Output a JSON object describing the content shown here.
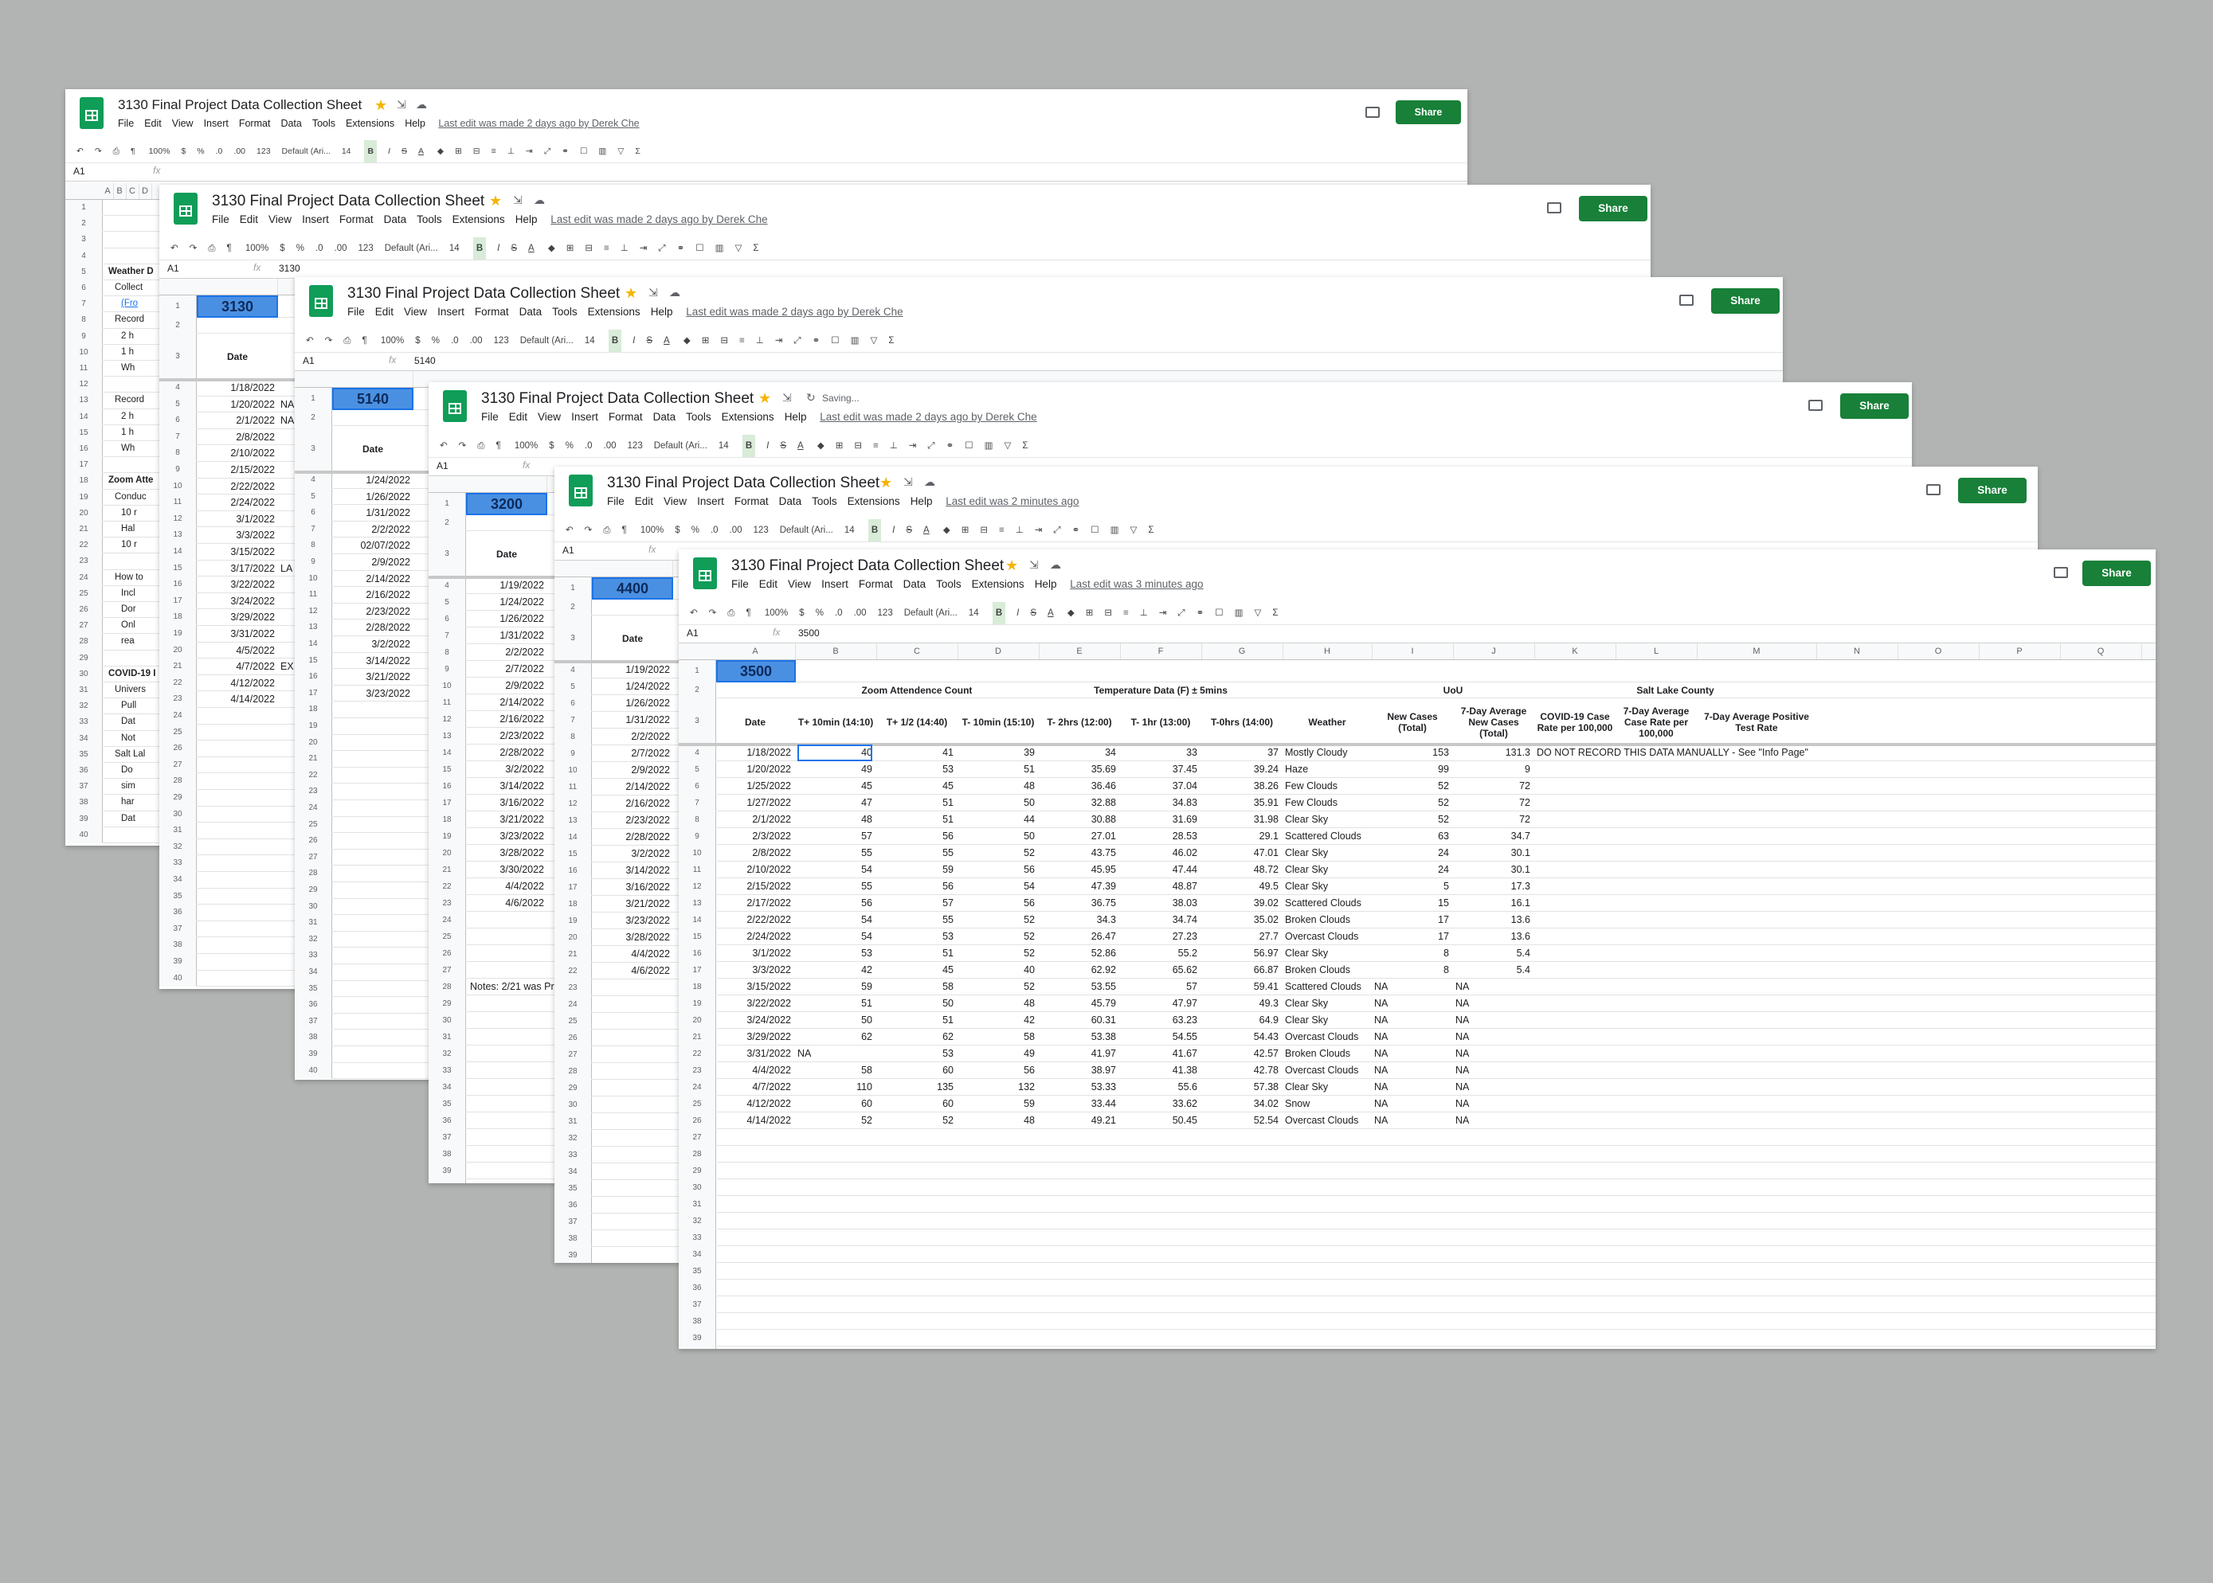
{
  "file_title": "3130 Final Project Data Collection Sheet",
  "menu": [
    "File",
    "Edit",
    "View",
    "Insert",
    "Format",
    "Data",
    "Tools",
    "Extensions",
    "Help"
  ],
  "share_label": "Share",
  "saving": "Saving...",
  "toolbar": {
    "zoom": "100%",
    "dollar": "$",
    "percent": "%",
    "dec1": ".0",
    "dec2": ".00",
    "fmt": "123",
    "font": "Default (Ari...",
    "size": "14",
    "bold": "B",
    "italic": "I",
    "strike": "S",
    "underline": "A",
    "sum": "Σ"
  },
  "windows": [
    {
      "last_edit": "Last edit was made 2 days ago by Derek Che",
      "cell_ref": "A1",
      "formula": "",
      "col_a_header": "A",
      "selected": "",
      "col_headers": [
        "A",
        "B",
        "C",
        "D"
      ],
      "labels": [
        "Weather D",
        "Collect",
        "(Fro",
        "Record",
        "2 h",
        "1 h",
        "Wh",
        "Record",
        "2 h",
        "1 h",
        "Wh",
        "Zoom Atte",
        "Conduc",
        "10 r",
        "Hal",
        "10 r",
        "How to",
        "Incl",
        "Dor",
        "Onl",
        "rea",
        "COVID-19 I",
        "Univers",
        "Pull",
        "Dat",
        "Not",
        "Salt Lal",
        "Do",
        "sim",
        "har",
        "Dat"
      ]
    },
    {
      "last_edit": "Last edit was made 2 days ago by Derek Che",
      "cell_ref": "A1",
      "formula": "3130",
      "selected": "3130",
      "date_header": "Date",
      "dates": [
        "1/18/2022",
        "1/20/2022",
        "2/1/2022",
        "2/8/2022",
        "2/10/2022",
        "2/15/2022",
        "2/22/2022",
        "2/24/2022",
        "3/1/2022",
        "3/3/2022",
        "3/15/2022",
        "3/17/2022",
        "3/22/2022",
        "3/24/2022",
        "3/29/2022",
        "3/31/2022",
        "4/5/2022",
        "4/7/2022",
        "4/12/2022",
        "4/14/2022"
      ],
      "side": {
        "2": "NA",
        "3": "NA",
        "12": "LA",
        "18": "EX"
      }
    },
    {
      "last_edit": "Last edit was made 2 days ago by Derek Che",
      "cell_ref": "A1",
      "formula": "5140",
      "selected": "5140",
      "date_header": "Date",
      "dates": [
        "1/24/2022",
        "1/26/2022",
        "1/31/2022",
        "2/2/2022",
        "02/07/2022",
        "2/9/2022",
        "2/14/2022",
        "2/16/2022",
        "2/23/2022",
        "2/28/2022",
        "3/2/2022",
        "3/14/2022",
        "3/21/2022",
        "3/23/2022"
      ]
    },
    {
      "last_edit": "Last edit was made 2 days ago by Derek Che",
      "cell_ref": "A1",
      "formula": "",
      "selected": "3200",
      "date_header": "Date",
      "dates": [
        "1/19/2022",
        "1/24/2022",
        "1/26/2022",
        "1/31/2022",
        "2/2/2022",
        "2/7/2022",
        "2/9/2022",
        "2/14/2022",
        "2/16/2022",
        "2/23/2022",
        "2/28/2022",
        "3/2/2022",
        "3/14/2022",
        "3/16/2022",
        "3/21/2022",
        "3/23/2022",
        "3/28/2022",
        "3/30/2022",
        "4/4/2022",
        "4/6/2022"
      ],
      "note": "Notes: 2/21 was Pr"
    },
    {
      "last_edit": "Last edit was 2 minutes ago",
      "cell_ref": "A1",
      "formula": "",
      "selected": "4400",
      "date_header": "Date",
      "dates": [
        "1/19/2022",
        "1/24/2022",
        "1/26/2022",
        "1/31/2022",
        "2/2/2022",
        "2/7/2022",
        "2/9/2022",
        "2/14/2022",
        "2/16/2022",
        "2/23/2022",
        "2/28/2022",
        "3/2/2022",
        "3/14/2022",
        "3/16/2022",
        "3/21/2022",
        "3/23/2022",
        "3/28/2022",
        "4/4/2022",
        "4/6/2022"
      ]
    },
    {
      "last_edit": "Last edit was 3 minutes ago",
      "cell_ref": "A1",
      "formula": "3500",
      "selected": "3500",
      "col_headers": [
        "A",
        "B",
        "C",
        "D",
        "E",
        "F",
        "G",
        "H",
        "I",
        "J",
        "K",
        "L",
        "M",
        "N",
        "O",
        "P",
        "Q"
      ],
      "group_headers": {
        "zoom": "Zoom Attendence Count",
        "temp": "Temperature Data (F) ± 5mins",
        "uou": "UoU",
        "slc": "Salt Lake County"
      },
      "headers": [
        "Date",
        "T+ 10min (14:10)",
        "T+ 1/2 (14:40)",
        "T- 10min (15:10)",
        "T- 2hrs (12:00)",
        "T- 1hr (13:00)",
        "T-0hrs (14:00)",
        "Weather",
        "New Cases (Total)",
        "7-Day Average New Cases (Total)",
        "COVID-19 Case Rate per 100,000",
        "7-Day Average Case Rate per 100,000",
        "7-Day Average Positive Test Rate"
      ],
      "rows": [
        [
          "1/18/2022",
          "40",
          "41",
          "39",
          "34",
          "33",
          "37",
          "Mostly Cloudy",
          "153",
          "131.3",
          "DO NOT RECORD THIS DATA MANUALLY - See \"Info Page\""
        ],
        [
          "1/20/2022",
          "49",
          "53",
          "51",
          "35.69",
          "37.45",
          "39.24",
          "Haze",
          "99",
          "9",
          ""
        ],
        [
          "1/25/2022",
          "45",
          "45",
          "48",
          "36.46",
          "37.04",
          "38.26",
          "Few Clouds",
          "52",
          "72",
          ""
        ],
        [
          "1/27/2022",
          "47",
          "51",
          "50",
          "32.88",
          "34.83",
          "35.91",
          "Few Clouds",
          "52",
          "72",
          ""
        ],
        [
          "2/1/2022",
          "48",
          "51",
          "44",
          "30.88",
          "31.69",
          "31.98",
          "Clear Sky",
          "52",
          "72",
          ""
        ],
        [
          "2/3/2022",
          "57",
          "56",
          "50",
          "27.01",
          "28.53",
          "29.1",
          "Scattered Clouds",
          "63",
          "34.7",
          ""
        ],
        [
          "2/8/2022",
          "55",
          "55",
          "52",
          "43.75",
          "46.02",
          "47.01",
          "Clear Sky",
          "24",
          "30.1",
          ""
        ],
        [
          "2/10/2022",
          "54",
          "59",
          "56",
          "45.95",
          "47.44",
          "48.72",
          "Clear Sky",
          "24",
          "30.1",
          ""
        ],
        [
          "2/15/2022",
          "55",
          "56",
          "54",
          "47.39",
          "48.87",
          "49.5",
          "Clear Sky",
          "5",
          "17.3",
          ""
        ],
        [
          "2/17/2022",
          "56",
          "57",
          "56",
          "36.75",
          "38.03",
          "39.02",
          "Scattered Clouds",
          "15",
          "16.1",
          ""
        ],
        [
          "2/22/2022",
          "54",
          "55",
          "52",
          "34.3",
          "34.74",
          "35.02",
          "Broken Clouds",
          "17",
          "13.6",
          ""
        ],
        [
          "2/24/2022",
          "54",
          "53",
          "52",
          "26.47",
          "27.23",
          "27.7",
          "Overcast Clouds",
          "17",
          "13.6",
          ""
        ],
        [
          "3/1/2022",
          "53",
          "51",
          "52",
          "52.86",
          "55.2",
          "56.97",
          "Clear Sky",
          "8",
          "5.4",
          ""
        ],
        [
          "3/3/2022",
          "42",
          "45",
          "40",
          "62.92",
          "65.62",
          "66.87",
          "Broken Clouds",
          "8",
          "5.4",
          ""
        ],
        [
          "3/15/2022",
          "59",
          "58",
          "52",
          "53.55",
          "57",
          "59.41",
          "Scattered Clouds",
          "NA",
          "NA",
          ""
        ],
        [
          "3/22/2022",
          "51",
          "50",
          "48",
          "45.79",
          "47.97",
          "49.3",
          "Clear Sky",
          "NA",
          "NA",
          ""
        ],
        [
          "3/24/2022",
          "50",
          "51",
          "42",
          "60.31",
          "63.23",
          "64.9",
          "Clear Sky",
          "NA",
          "NA",
          ""
        ],
        [
          "3/29/2022",
          "62",
          "62",
          "58",
          "53.38",
          "54.55",
          "54.43",
          "Overcast Clouds",
          "NA",
          "NA",
          ""
        ],
        [
          "3/31/2022",
          "NA",
          "53",
          "49",
          "41.97",
          "41.67",
          "42.57",
          "Broken Clouds",
          "NA",
          "NA",
          ""
        ],
        [
          "4/4/2022",
          "58",
          "60",
          "56",
          "38.97",
          "41.38",
          "42.78",
          "Overcast Clouds",
          "NA",
          "NA",
          ""
        ],
        [
          "4/7/2022",
          "110",
          "135",
          "132",
          "53.33",
          "55.6",
          "57.38",
          "Clear Sky",
          "NA",
          "NA",
          ""
        ],
        [
          "4/12/2022",
          "60",
          "60",
          "59",
          "33.44",
          "33.62",
          "34.02",
          "Snow",
          "NA",
          "NA",
          ""
        ],
        [
          "4/14/2022",
          "52",
          "52",
          "48",
          "49.21",
          "50.45",
          "52.54",
          "Overcast Clouds",
          "NA",
          "NA",
          ""
        ]
      ]
    }
  ]
}
